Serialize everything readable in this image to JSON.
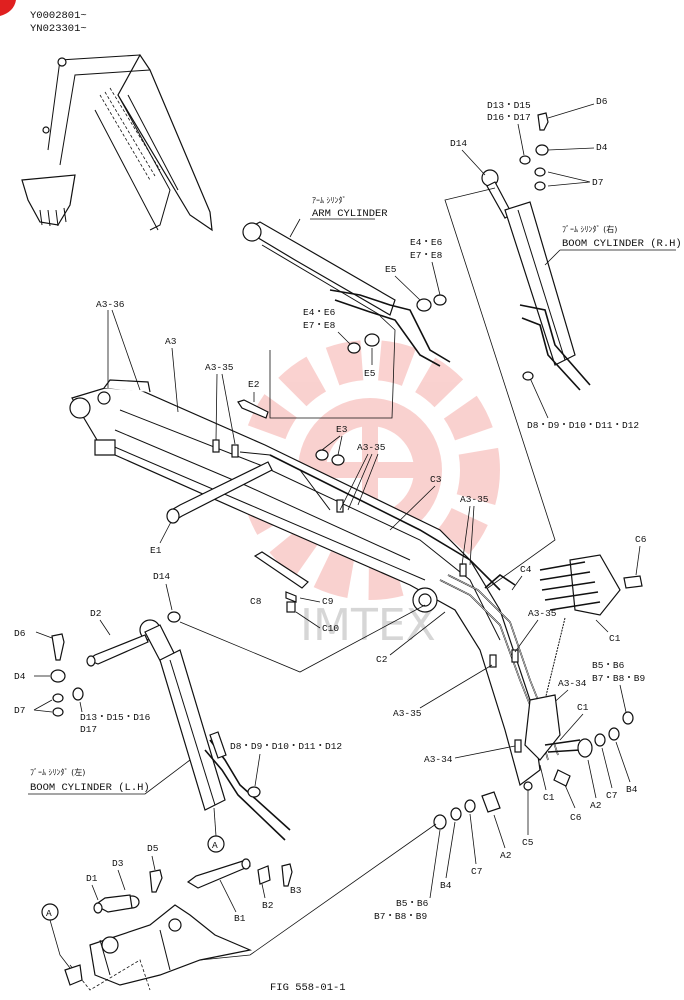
{
  "serials": [
    "Y0002801~",
    "YN023301~"
  ],
  "figure_label": "FIG 558-01-1",
  "watermark_text": "IMTEX",
  "colors": {
    "ink": "#111111",
    "watermark": "#e8332a",
    "corner_mark": "#e02020"
  },
  "callouts": {
    "arm_cylinder_jp": "ｱｰﾑ ｼﾘﾝﾀﾞ",
    "arm_cylinder": "ARM CYLINDER",
    "boom_rh_jp": "ﾌﾞｰﾑ ｼﾘﾝﾀﾞ (右)",
    "boom_rh": "BOOM CYLINDER (R.H)",
    "boom_lh_jp": "ﾌﾞｰﾑ ｼﾘﾝﾀﾞ (左)",
    "boom_lh": "BOOM CYLINDER (L.H)"
  },
  "labels": {
    "d13_d15": "D13・D15",
    "d16_d17": "D16・D17",
    "d6_top": "D6",
    "d4_top": "D4",
    "d7_top": "D7",
    "d14_top": "D14",
    "e4_e6_top": "E4・E6",
    "e7_e8_top": "E7・E8",
    "e5_top": "E5",
    "e4_e6_mid": "E4・E6",
    "e7_e8_mid": "E7・E8",
    "e5_bottom": "E5",
    "d8_d12_top": "D8・D9・D10・D11・D12",
    "a3_36": "A3-36",
    "a3": "A3",
    "a3_35_top": "A3-35",
    "e2": "E2",
    "e3": "E3",
    "a3_35_mid": "A3-35",
    "c3": "C3",
    "a3_35_right": "A3-35",
    "e1": "E1",
    "c6_top": "C6",
    "c4": "C4",
    "c8": "C8",
    "c9": "C9",
    "c10": "C10",
    "a3_35_c1": "A3-35",
    "c1_top": "C1",
    "d14_left": "D14",
    "d2": "D2",
    "d6_left": "D6",
    "d4_left": "D4",
    "d7_left": "D7",
    "d13_d15_d16": "D13・D15・D16",
    "d17": "D17",
    "c2": "C2",
    "b5_b6_right": "B5・B6",
    "b7_b9_right": "B7・B8・B9",
    "a3_34_top": "A3-34",
    "a3_35_left": "A3-35",
    "c1_mid": "C1",
    "d8_d12_left": "D8・D9・D10・D11・D12",
    "a3_34_bottom": "A3-34",
    "c1_bottom": "C1",
    "c6_bottom": "C6",
    "a2_right": "A2",
    "c7_right": "C7",
    "b4_right": "B4",
    "c5": "C5",
    "a2_bottom": "A2",
    "c7_bottom": "C7",
    "b4_bottom": "B4",
    "b5_b6_bottom": "B5・B6",
    "b7_b9_bottom": "B7・B8・B9",
    "circle_a_1": "A",
    "circle_a_2": "A",
    "d5": "D5",
    "d3": "D3",
    "d1": "D1",
    "b3": "B3",
    "b2": "B2",
    "b1": "B1"
  }
}
